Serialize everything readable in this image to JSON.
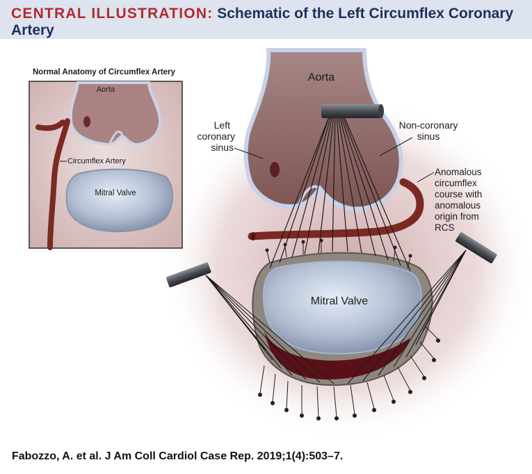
{
  "header": {
    "label": "CENTRAL ILLUSTRATION:",
    "title": "Schematic of the Left Circumflex Coronary Artery"
  },
  "inset": {
    "title": "Normal Anatomy of Circumflex Artery",
    "aorta": "Aorta",
    "circumflex": "Circumflex Artery",
    "mitral_valve": "Mitral Valve"
  },
  "main": {
    "aorta": "Aorta",
    "left_coronary_sinus": [
      "Left",
      "coronary",
      "sinus"
    ],
    "non_coronary_sinus": [
      "Non-coronary",
      "sinus"
    ],
    "anomalous_course": [
      "Anomalous",
      "circumflex",
      "course with",
      "anomalous",
      "origin from",
      "RCS"
    ],
    "mitral_valve": "Mitral Valve"
  },
  "footer": {
    "citation": "Fabozzo, A. et al. J Am Coll Cardiol Case Rep. 2019;1(4):503–7."
  },
  "colors": {
    "label_red": "#b22a2e",
    "title_navy": "#1f2f5c",
    "header_bg": "#dde3ef",
    "artery": "#7a2a22",
    "aorta_tissue": "#8a5a58",
    "valve": "#b8c4d8"
  }
}
